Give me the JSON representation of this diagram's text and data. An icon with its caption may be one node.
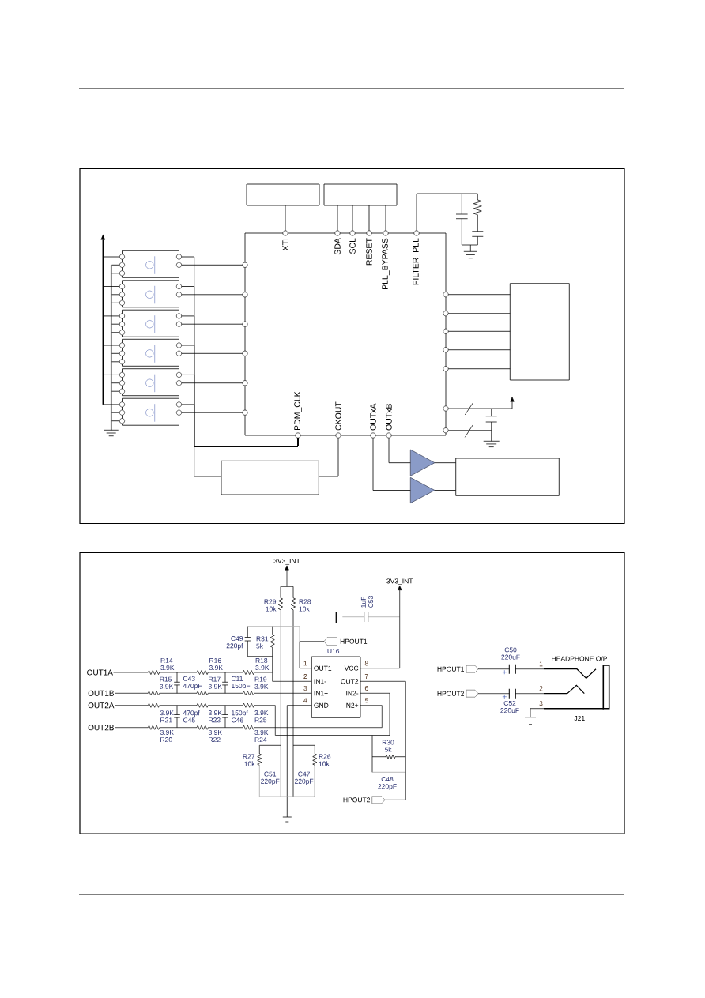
{
  "diagram": {
    "nodes": [
      {
        "text": [
          "XTI",
          "SDA",
          "SCL",
          "RESET",
          "PLL_BYPASS",
          "FILTER_PLL",
          "PDM_CLK",
          "CKOUT",
          "OUTxA",
          "OUTxB"
        ]
      },
      {
        "text": [],
        "shape": "box"
      },
      {
        "text": [],
        "shape": "box"
      },
      {
        "text": [],
        "shape": "box"
      },
      {
        "text": [],
        "shape": "box"
      },
      {
        "text": [],
        "shape": "box"
      },
      {
        "text": [],
        "shape": "box"
      },
      {
        "text": [],
        "shape": "box"
      },
      {
        "text": [],
        "shape": "box"
      },
      {
        "text": [],
        "shape": "box"
      },
      {
        "text": [],
        "shape": "box"
      },
      {
        "text": [],
        "shape": "triangle"
      },
      {
        "text": [],
        "shape": "triangle"
      },
      {
        "text": [],
        "shape": "box"
      },
      {
        "text": [
          "3V3_INT"
        ]
      },
      {
        "text": [
          "3V3_INT"
        ]
      },
      {
        "text": [],
        "shape": "pentagon",
        "beside": [
          "HPOUT1"
        ]
      },
      {
        "text": [
          "U16",
          "OUT1",
          "IN1-",
          "IN1+",
          "GND",
          "VCC",
          "OUT2",
          "IN2-",
          "IN2+"
        ],
        "beside": [
          "1",
          "2",
          "3",
          "4",
          "8",
          "7",
          "6",
          "5"
        ]
      },
      {
        "text": [
          "OUT1A"
        ]
      },
      {
        "text": [
          "OUT1B"
        ]
      },
      {
        "text": [
          "OUT2A"
        ]
      },
      {
        "text": [
          "OUT2B"
        ]
      },
      {
        "text": [],
        "shape": "pentagon",
        "beside": [
          "HPOUT1"
        ]
      },
      {
        "text": [],
        "shape": "pentagon",
        "beside": [
          "HPOUT2"
        ]
      },
      {
        "text": [],
        "shape": "picture",
        "beside": [
          "HEADPHONE O/P",
          "1",
          "2",
          "3",
          "J21"
        ]
      },
      {
        "text": [],
        "shape": "pentagon",
        "beside": [
          "HPOUT2"
        ]
      },
      {
        "text": [
          "C50 220uF"
        ]
      },
      {
        "text": [
          "C52 220uF"
        ]
      },
      {
        "text": [],
        "shape": "bar"
      },
      {
        "text": [],
        "shape": "bar"
      }
    ],
    "edges": [
      {
        "from": 1,
        "to": 0,
        "arrow": "none"
      },
      {
        "from": 2,
        "to": 0,
        "arrow": "none"
      },
      {
        "from": 2,
        "to": 0,
        "arrow": "none"
      },
      {
        "from": 2,
        "to": 0,
        "arrow": "none"
      },
      {
        "from": 2,
        "to": 0,
        "arrow": "none"
      },
      {
        "from": 3,
        "to": 0,
        "arrow": "none"
      },
      {
        "from": 4,
        "to": 0,
        "arrow": "none"
      },
      {
        "from": 5,
        "to": 0,
        "arrow": "none"
      },
      {
        "from": 6,
        "to": 0,
        "arrow": "none"
      },
      {
        "from": 7,
        "to": 0,
        "arrow": "none"
      },
      {
        "from": 8,
        "to": 0,
        "arrow": "none"
      },
      {
        "from": 0,
        "to": 9,
        "arrow": "none"
      },
      {
        "from": 0,
        "to": 9,
        "arrow": "none"
      },
      {
        "from": 0,
        "to": 9,
        "arrow": "none"
      },
      {
        "from": 0,
        "to": 9,
        "arrow": "none"
      },
      {
        "from": 0,
        "to": 9,
        "arrow": "none"
      },
      {
        "from": 0,
        "to": 3,
        "arrow": "none"
      },
      {
        "from": 0,
        "to": 4,
        "arrow": "none"
      },
      {
        "from": 0,
        "to": 5,
        "arrow": "none"
      },
      {
        "from": 0,
        "to": 6,
        "arrow": "none"
      },
      {
        "from": 0,
        "to": 7,
        "arrow": "none"
      },
      {
        "from": 0,
        "to": 8,
        "arrow": "none"
      },
      {
        "from": 10,
        "to": 0,
        "arrow": "none"
      },
      {
        "from": 0,
        "to": 10,
        "arrow": "none"
      },
      {
        "from": 0,
        "to": 11,
        "arrow": "none"
      },
      {
        "from": 0,
        "to": 12,
        "arrow": "none"
      },
      {
        "from": 11,
        "to": 13,
        "arrow": "none"
      },
      {
        "from": 12,
        "to": 13,
        "arrow": "none"
      },
      {
        "from": 18,
        "to": 17,
        "arrow": "none"
      },
      {
        "from": 19,
        "to": 17,
        "arrow": "none"
      },
      {
        "from": 20,
        "to": 17,
        "arrow": "none"
      },
      {
        "from": 21,
        "to": 17,
        "arrow": "none"
      },
      {
        "from": 17,
        "to": 16,
        "arrow": "none"
      },
      {
        "from": 17,
        "to": 25,
        "arrow": "none"
      },
      {
        "from": 17,
        "to": 15,
        "arrow": "to"
      },
      {
        "from": null,
        "to": 14,
        "arrow": "to"
      },
      {
        "from": 22,
        "to": 26,
        "arrow": "none"
      },
      {
        "from": 26,
        "to": 24,
        "arrow": "none"
      },
      {
        "from": 23,
        "to": 27,
        "arrow": "none"
      },
      {
        "from": 27,
        "to": 24,
        "arrow": "none"
      },
      {
        "from": 28,
        "to": 3,
        "arrow": "none"
      },
      {
        "from": 28,
        "to": 4,
        "arrow": "none"
      },
      {
        "from": 28,
        "to": 5,
        "arrow": "none"
      },
      {
        "from": 28,
        "to": 6,
        "arrow": "none"
      },
      {
        "from": 28,
        "to": 7,
        "arrow": "none"
      },
      {
        "from": 28,
        "to": 8,
        "arrow": "none"
      },
      {
        "from": 29,
        "to": 3,
        "arrow": "none"
      },
      {
        "from": 29,
        "to": 3,
        "arrow": "none"
      },
      {
        "from": 29,
        "to": 4,
        "arrow": "none"
      },
      {
        "from": 29,
        "to": 4,
        "arrow": "none"
      },
      {
        "from": 29,
        "to": 5,
        "arrow": "none"
      },
      {
        "from": 29,
        "to": 5,
        "arrow": "none"
      },
      {
        "from": 29,
        "to": 6,
        "arrow": "none"
      },
      {
        "from": 29,
        "to": 6,
        "arrow": "none"
      },
      {
        "from": 29,
        "to": 7,
        "arrow": "none"
      },
      {
        "from": 29,
        "to": 7,
        "arrow": "none"
      },
      {
        "from": 29,
        "to": 8,
        "arrow": "none"
      },
      {
        "from": 29,
        "to": 8,
        "arrow": "none"
      }
    ],
    "labels": [
      "R29 10k",
      "R28 10k",
      "1uF C53",
      "C49 220pf",
      "R31 5k",
      "R14 3.9K",
      "R16 3.9K",
      "R18 3.9K",
      "R15 3.9K",
      "C43 470pF",
      "R17 3.9K",
      "C11 150pF",
      "R19 3.9K",
      "3.9K R21",
      "470pf C45",
      "3.9K R23",
      "150pf C46",
      "3.9K R25",
      "3.9K R20",
      "3.9K R22",
      "3.9K R24",
      "R30 5k",
      "R27 10k",
      "R26 10k",
      "C51 220pF",
      "C47 220pF",
      "C48 220pF"
    ]
  }
}
